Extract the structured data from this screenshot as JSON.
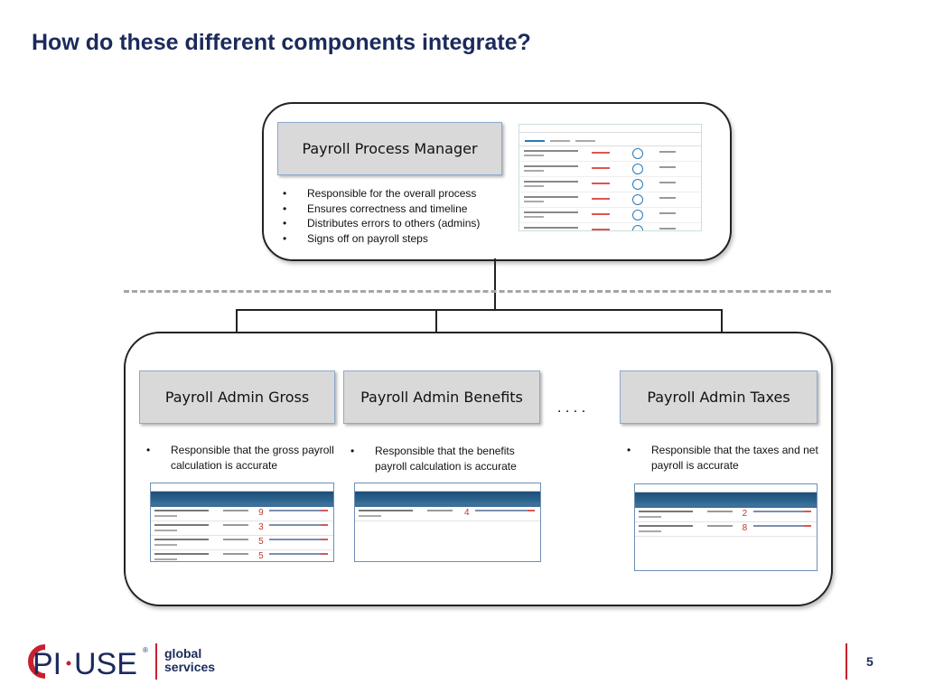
{
  "title": "How do these different components integrate?",
  "manager": {
    "label": "Payroll Process Manager",
    "bullets": [
      "Responsible for the overall process",
      "Ensures correctness and timeline",
      "Distributes errors to others (admins)",
      "Signs off on payroll steps"
    ]
  },
  "admins": [
    {
      "label": "Payroll Admin Gross",
      "bullets": [
        "Responsible that the gross payroll calculation is accurate"
      ],
      "thumb_counts": [
        "9",
        "3",
        "5",
        "5"
      ]
    },
    {
      "label": "Payroll Admin Benefits",
      "bullets": [
        "Responsible that the benefits payroll calculation is accurate"
      ],
      "thumb_counts": [
        "4"
      ]
    },
    {
      "label": "Payroll Admin Taxes",
      "bullets": [
        "Responsible that the taxes and net payroll is accurate"
      ],
      "thumb_counts": [
        "2",
        "8"
      ]
    }
  ],
  "ellipsis": ". . . .",
  "logo": {
    "brand": "EPI·USE",
    "tagline_1": "global",
    "tagline_2": "services",
    "brand_color": "#1b2a5c",
    "accent_color": "#c8202f"
  },
  "page_number": "5"
}
